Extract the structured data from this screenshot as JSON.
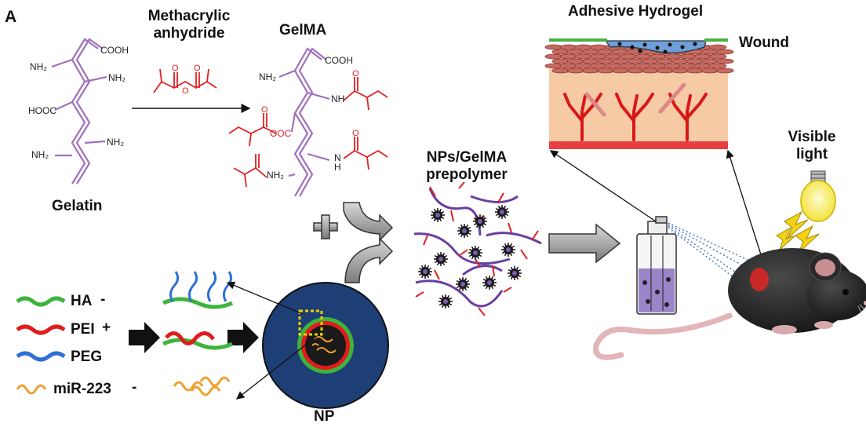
{
  "panel_label": "A",
  "reagent": {
    "line1": "Methacrylic",
    "line2": "anhydride"
  },
  "gelatin": {
    "title": "Gelatin",
    "groups": {
      "cooh_top": "COOH",
      "nh2_a": "NH₂",
      "nh2_b": "NH₂",
      "hooc": "HOOC",
      "nh2_c": "NH₂",
      "nh2_d": "NH₂"
    }
  },
  "gelma": {
    "title": "GelMA",
    "groups": {
      "cooh_top": "COOH",
      "nh2_a": "NH₂",
      "nh_a": "NH",
      "ooc": "OOC",
      "nh_b": "N",
      "h_b": "H",
      "nh2_c": "NH₂",
      "o": "O"
    }
  },
  "plus_symbol": "+",
  "legend": {
    "items": [
      {
        "name": "HA",
        "charge": "-",
        "color": "#3cb43c"
      },
      {
        "name": "PEI",
        "charge": "+",
        "color": "#e01c1c"
      },
      {
        "name": "PEG",
        "charge": "",
        "color": "#2f6fd6"
      },
      {
        "name": "miR-223",
        "charge": "-",
        "color": "#f0a030"
      }
    ]
  },
  "np_label": "NP",
  "prepolymer": {
    "line1": "NPs/GelMA",
    "line2": "prepolymer"
  },
  "hydrogel": {
    "title": "Adhesive Hydrogel",
    "wound": "Wound"
  },
  "light": {
    "line1": "Visible",
    "line2": "light"
  },
  "colors": {
    "gelma_red": "#e02020",
    "gelatin_purple": "#a070c0",
    "hydrogel_blue": "#6e9fd8",
    "skin": "#f3c9a1",
    "vessel": "#d81818",
    "np_blue": "#1e3f75"
  }
}
